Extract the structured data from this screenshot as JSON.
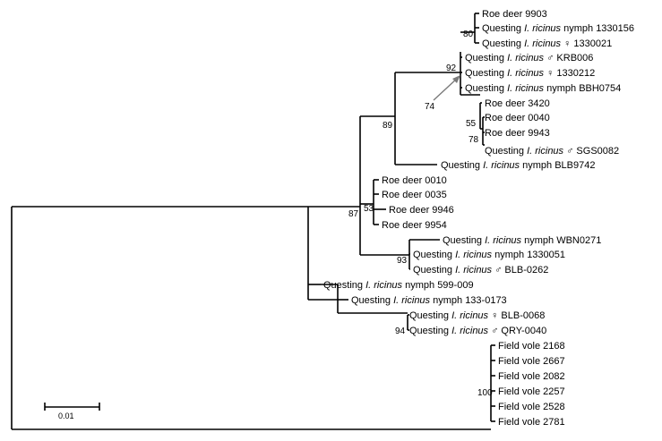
{
  "leaves": {
    "rd9903": {
      "parts": [
        "Roe deer 9903"
      ]
    },
    "n1330156": {
      "parts": [
        "Questing ",
        "I. ricinus",
        " nymph 1330156"
      ]
    },
    "f1330021": {
      "parts": [
        "Questing ",
        "I. ricinus",
        " ♀ 1330021"
      ]
    },
    "mKRB006": {
      "parts": [
        "Questing ",
        "I. ricinus",
        " ♂ KRB006"
      ]
    },
    "f1330212": {
      "parts": [
        "Questing ",
        "I. ricinus",
        " ♀ 1330212"
      ]
    },
    "nBBH0754": {
      "parts": [
        "Questing ",
        "I. ricinus",
        " nymph BBH0754"
      ]
    },
    "rd3420": {
      "parts": [
        "Roe deer 3420"
      ]
    },
    "rd0040": {
      "parts": [
        "Roe deer 0040"
      ]
    },
    "rd9943": {
      "parts": [
        "Roe deer 9943"
      ]
    },
    "mSGS0082": {
      "parts": [
        "Questing ",
        "I. ricinus",
        " ♂ SGS0082"
      ]
    },
    "nBLB9742": {
      "parts": [
        "Questing ",
        "I. ricinus",
        " nymph BLB9742"
      ]
    },
    "rd0010": {
      "parts": [
        "Roe deer 0010"
      ]
    },
    "rd0035": {
      "parts": [
        "Roe deer 0035"
      ]
    },
    "rd9946": {
      "parts": [
        "Roe deer 9946"
      ]
    },
    "rd9954": {
      "parts": [
        "Roe deer 9954"
      ]
    },
    "nWBN0271": {
      "parts": [
        "Questing ",
        "I. ricinus",
        " nymph WBN0271"
      ]
    },
    "n1330051": {
      "parts": [
        "Questing ",
        "I. ricinus",
        " nymph 1330051"
      ]
    },
    "mBLB0262": {
      "parts": [
        "Questing ",
        "I. ricinus",
        " ♂ BLB-0262"
      ]
    },
    "n599009": {
      "parts": [
        "Questing ",
        "I. ricinus",
        " nymph 599-009"
      ]
    },
    "n1330173": {
      "parts": [
        "Questing ",
        "I. ricinus",
        " nymph 133-0173"
      ]
    },
    "fBLB0068": {
      "parts": [
        "Questing ",
        "I. ricinus",
        " ♀ BLB-0068"
      ]
    },
    "mQRY0040": {
      "parts": [
        "Questing ",
        "I. ricinus",
        " ♂ QRY-0040"
      ]
    },
    "fv2168": {
      "parts": [
        "Field vole 2168"
      ]
    },
    "fv2667": {
      "parts": [
        "Field vole 2667"
      ]
    },
    "fv2082": {
      "parts": [
        "Field vole 2082"
      ]
    },
    "fv2257": {
      "parts": [
        "Field vole 2257"
      ]
    },
    "fv2528": {
      "parts": [
        "Field vole 2528"
      ]
    },
    "fv2781": {
      "parts": [
        "Field vole 2781"
      ]
    }
  },
  "bootstrap": [
    "80",
    "92",
    "74",
    "55",
    "78",
    "89",
    "53",
    "87",
    "93",
    "94",
    "100"
  ],
  "scale_bar_label": "0.01"
}
